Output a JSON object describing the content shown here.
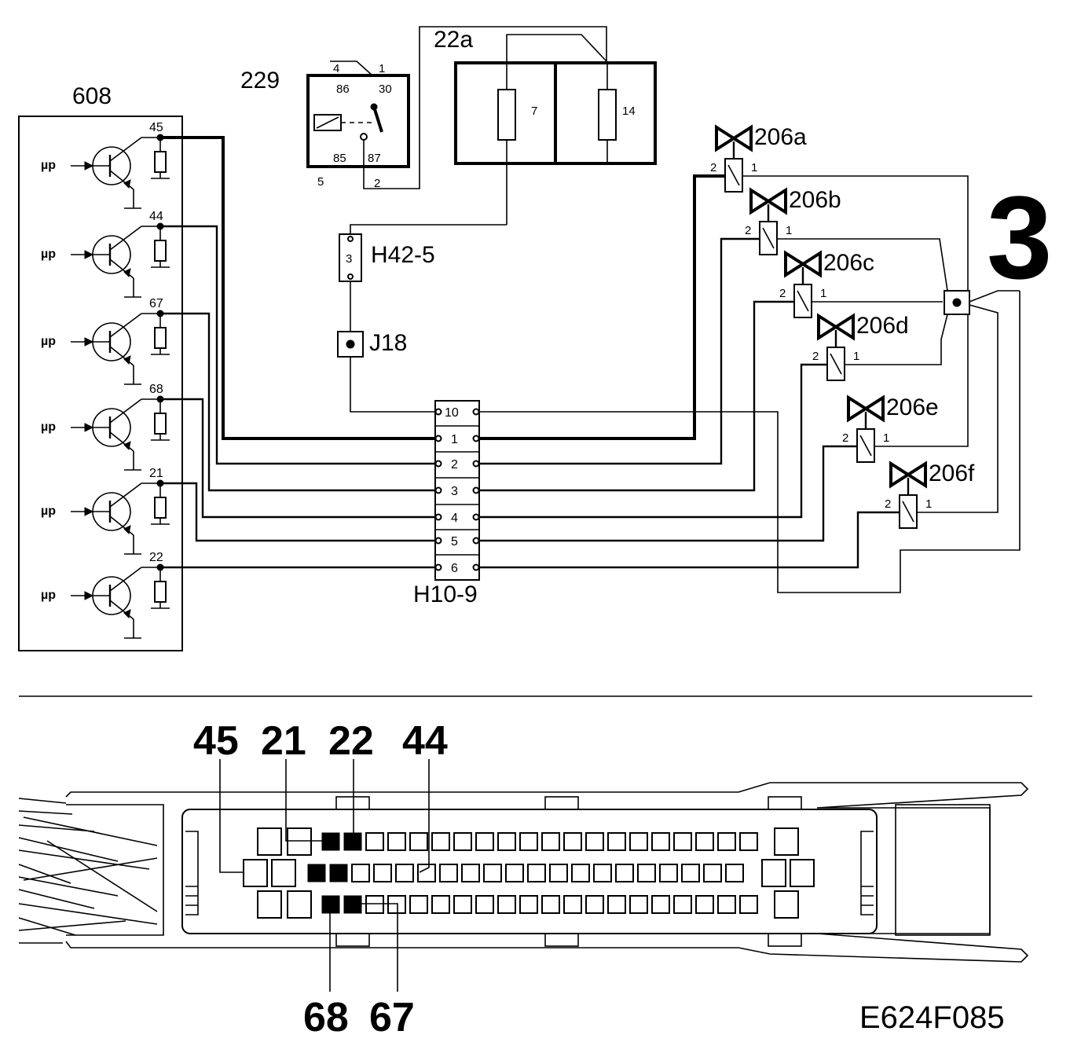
{
  "labels": {
    "ecu": "608",
    "relay": "229",
    "fusebox": "22a",
    "connector_h42": "H42-5",
    "connector_j18": "J18",
    "connector_h10": "H10-9",
    "ground_symbol": "3",
    "figure_code": "E624F085"
  },
  "relay_pins": [
    "4",
    "1",
    "86",
    "30",
    "85",
    "87",
    "5",
    "2"
  ],
  "fuses": [
    "7",
    "14"
  ],
  "h42_pin": "3",
  "ecu_channels": [
    {
      "pin": "45",
      "input": "µp"
    },
    {
      "pin": "44",
      "input": "µp"
    },
    {
      "pin": "67",
      "input": "µp"
    },
    {
      "pin": "68",
      "input": "µp"
    },
    {
      "pin": "21",
      "input": "µp"
    },
    {
      "pin": "22",
      "input": "µp"
    }
  ],
  "h10_pins": [
    "10",
    "1",
    "2",
    "3",
    "4",
    "5",
    "6"
  ],
  "injectors": [
    {
      "name": "206a",
      "pin_left": "2",
      "pin_right": "1"
    },
    {
      "name": "206b",
      "pin_left": "2",
      "pin_right": "1"
    },
    {
      "name": "206c",
      "pin_left": "2",
      "pin_right": "1"
    },
    {
      "name": "206d",
      "pin_left": "2",
      "pin_right": "1"
    },
    {
      "name": "206e",
      "pin_left": "2",
      "pin_right": "1"
    },
    {
      "name": "206f",
      "pin_left": "2",
      "pin_right": "1"
    }
  ],
  "ecu_connector": {
    "top_callouts": [
      "45",
      "21",
      "22",
      "44"
    ],
    "bottom_callouts": [
      "68",
      "67"
    ]
  }
}
